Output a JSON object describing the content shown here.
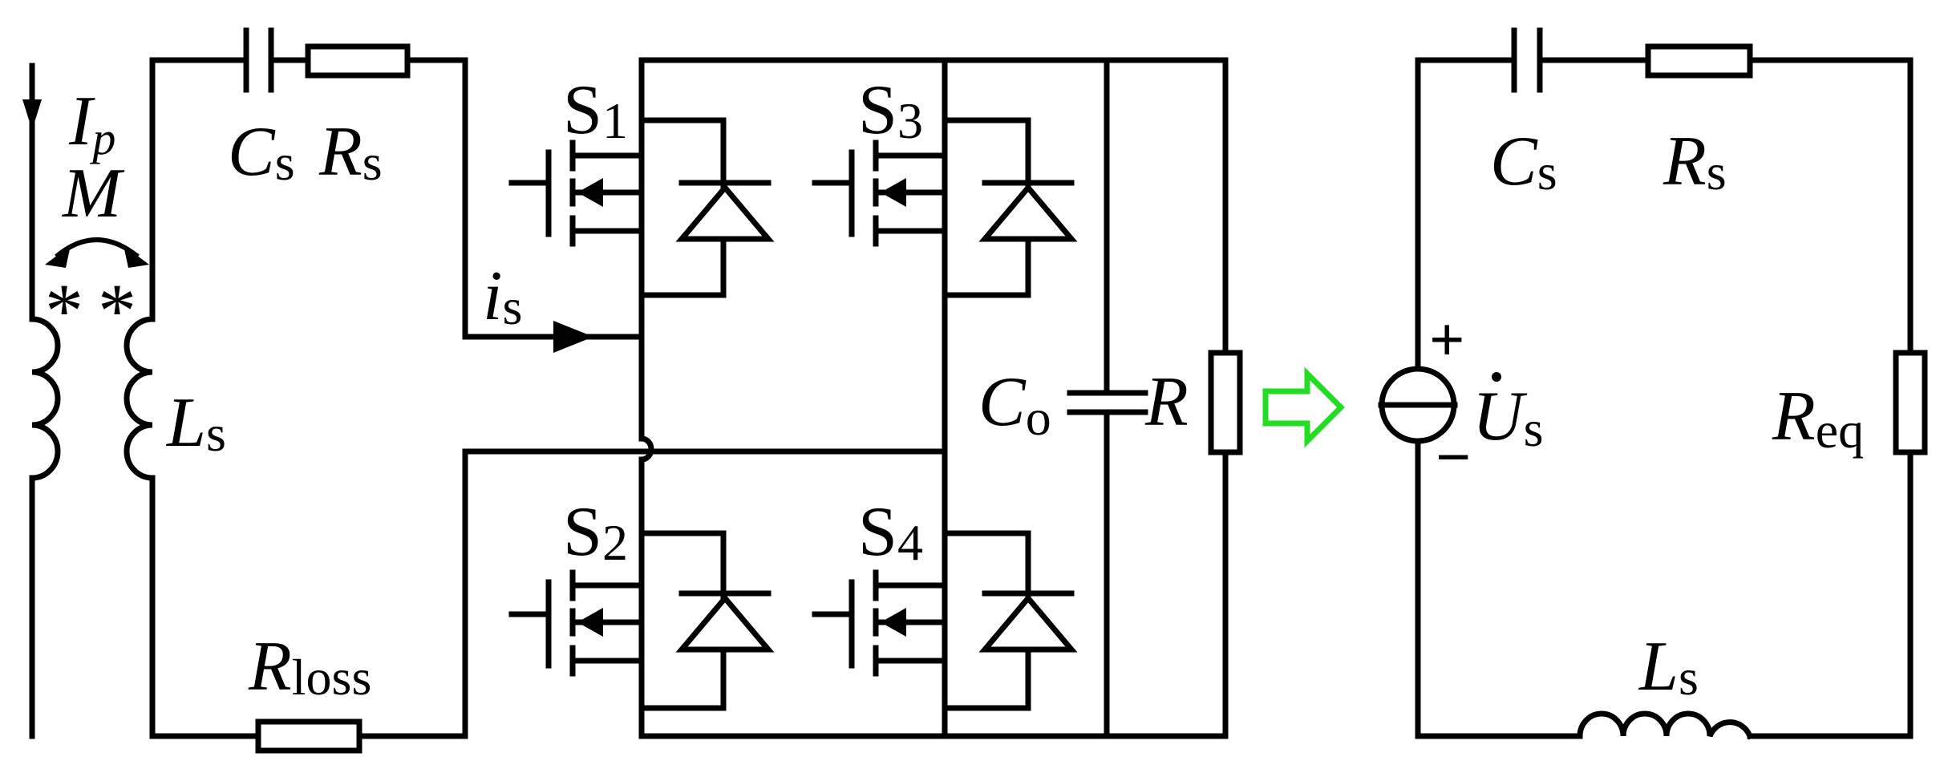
{
  "labels": {
    "ip": {
      "main": "I",
      "sub": "p"
    },
    "mutual": "M",
    "dot_primary": "*",
    "dot_secondary": "*",
    "cs_left": {
      "main": "C",
      "sub": "s"
    },
    "rs_left": {
      "main": "R",
      "sub": "s"
    },
    "ls_left": {
      "main": "L",
      "sub": "s"
    },
    "rloss": {
      "main": "R",
      "sub": "loss"
    },
    "is": {
      "main": "i",
      "sub": "s"
    },
    "s1": {
      "main": "S",
      "sub": "1"
    },
    "s2": {
      "main": "S",
      "sub": "2"
    },
    "s3": {
      "main": "S",
      "sub": "3"
    },
    "s4": {
      "main": "S",
      "sub": "4"
    },
    "co": {
      "main": "C",
      "sub": "o"
    },
    "r": "R",
    "cs_right": {
      "main": "C",
      "sub": "s"
    },
    "rs_right": {
      "main": "R",
      "sub": "s"
    },
    "us": {
      "main": "U",
      "sub": "s"
    },
    "req": {
      "main": "R",
      "sub": "eq"
    },
    "ls_right": {
      "main": "L",
      "sub": "s"
    },
    "plus": "+",
    "minus": "−"
  },
  "colors": {
    "line": "#000000",
    "arrow": "#22dd22"
  }
}
